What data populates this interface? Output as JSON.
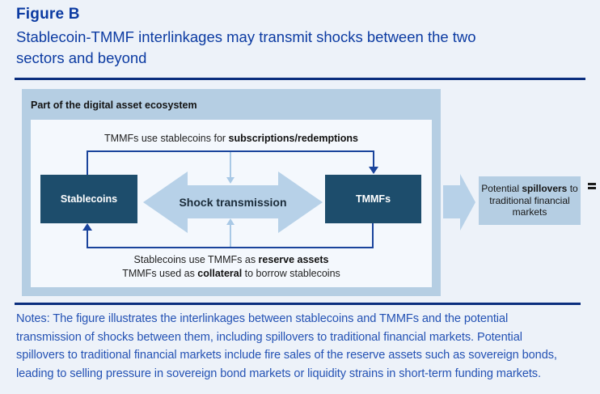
{
  "header": {
    "figure_label": "Figure B",
    "title_lines": [
      "Stablecoin-TMMF interlinkages may transmit shocks between the two",
      "sectors and beyond"
    ]
  },
  "diagram": {
    "ecosystem_label": "Part of the digital asset ecosystem",
    "top_caption": {
      "pre": "TMMFs use stablecoins for ",
      "bold": "subscriptions/redemptions",
      "post": ""
    },
    "nodes": {
      "stablecoins": "Stablecoins",
      "tmmfs": "TMMFs"
    },
    "shock_label": "Shock transmission",
    "bottom_caption_1": {
      "pre": "Stablecoins use TMMFs as ",
      "bold": "reserve assets",
      "post": ""
    },
    "bottom_caption_2": {
      "pre": "TMMFs used as ",
      "bold": "collateral",
      "post": " to borrow stablecoins"
    },
    "spillover_box": {
      "pre": "Potential ",
      "bold": "spillovers",
      "post": " to traditional financial markets"
    }
  },
  "notes": {
    "lines": [
      "Notes: The figure illustrates the interlinkages between stablecoins and TMMFs and the potential",
      "transmission of shocks between them, including spillovers to traditional financial markets. Potential",
      "spillovers to traditional financial markets include fire sales of the reserve assets such as sovereign bonds,",
      "leading to selling pressure in sovereign bond markets or liquidity strains in short-term funding markets."
    ]
  },
  "colors": {
    "page_bg": "#edf2f9",
    "title_blue": "#0c3ba2",
    "rule_navy": "#0b2e7e",
    "notes_blue": "#2452b4",
    "panel_light_blue": "#b5cee3",
    "inner_panel": "#f4f8fd",
    "node_dark": "#1d4d6c",
    "flow_line_blue": "#1a449c",
    "block_arrow_blue": "#b7d1e8",
    "thin_arrow_blue": "#a9c9e6"
  }
}
